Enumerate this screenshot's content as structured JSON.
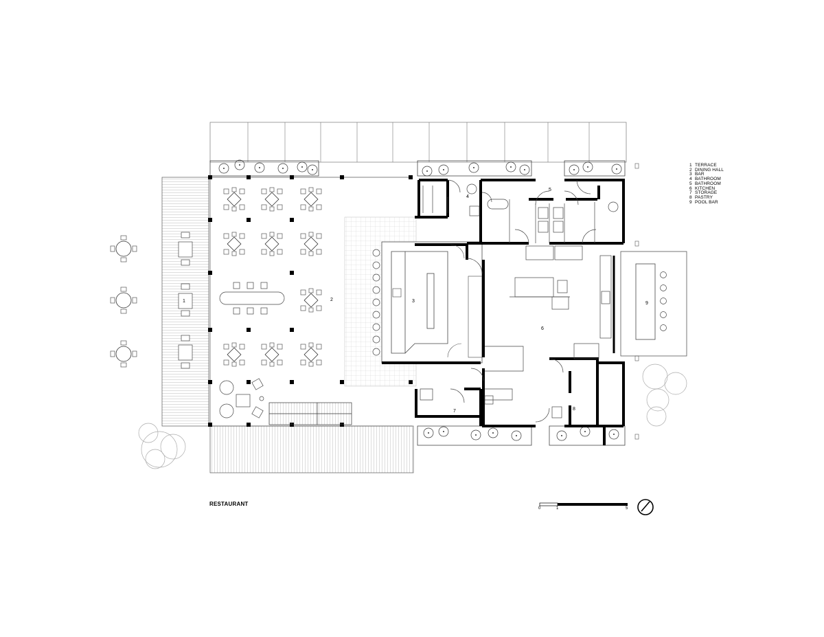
{
  "title": "RESTAURANT",
  "legend": [
    {
      "num": "1",
      "label": "TERRACE"
    },
    {
      "num": "2",
      "label": "DINING HALL"
    },
    {
      "num": "3",
      "label": "BAR"
    },
    {
      "num": "4",
      "label": "BATHROOM"
    },
    {
      "num": "5",
      "label": "BATHROOM"
    },
    {
      "num": "6",
      "label": "KITCHEN"
    },
    {
      "num": "7",
      "label": "STORAGE"
    },
    {
      "num": "8",
      "label": "PASTRY"
    },
    {
      "num": "9",
      "label": "POOL BAR"
    }
  ],
  "room_numbers": {
    "terrace": "1",
    "dining": "2",
    "bar": "3",
    "bath4": "4",
    "bath5": "5",
    "kitchen": "6",
    "storage": "7",
    "pastry": "8",
    "poolbar": "9"
  },
  "scale": {
    "zero": "0",
    "one": "1",
    "five": "5"
  },
  "icons": {
    "north": "north-arrow-icon"
  }
}
